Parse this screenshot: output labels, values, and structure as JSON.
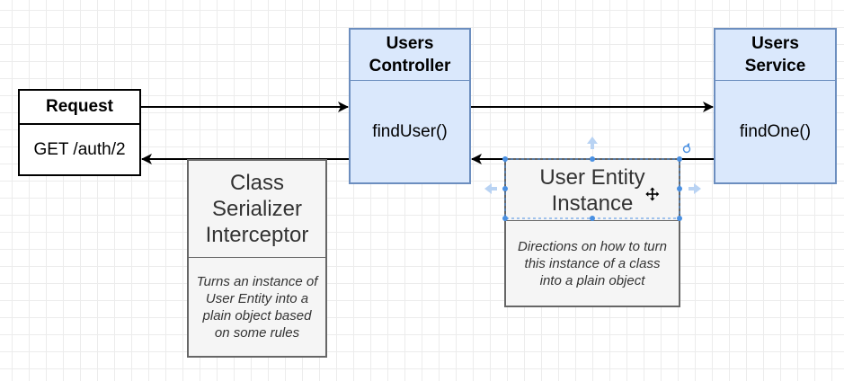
{
  "request": {
    "title": "Request",
    "body": "GET /auth/2"
  },
  "users_controller": {
    "title_line1": "Users",
    "title_line2": "Controller",
    "method": "findUser()"
  },
  "users_service": {
    "title_line1": "Users",
    "title_line2": "Service",
    "method": "findOne()"
  },
  "interceptor": {
    "title_line1": "Class",
    "title_line2": "Serializer",
    "title_line3": "Interceptor",
    "description": "Turns an instance of User Entity into a plain object based on some rules"
  },
  "user_entity": {
    "title_line1": "User Entity",
    "title_line2": "Instance",
    "description": "Directions on how to turn this instance of a class into a plain object"
  },
  "colors": {
    "blue_fill": "#dae8fc",
    "blue_stroke": "#6c8ebf",
    "gray_fill": "#f5f5f5",
    "gray_stroke": "#666666",
    "selection_handle": "#4a90e2"
  },
  "icons": [
    "move-cursor-icon",
    "rotate-handle-icon",
    "expand-arrow-icon"
  ]
}
